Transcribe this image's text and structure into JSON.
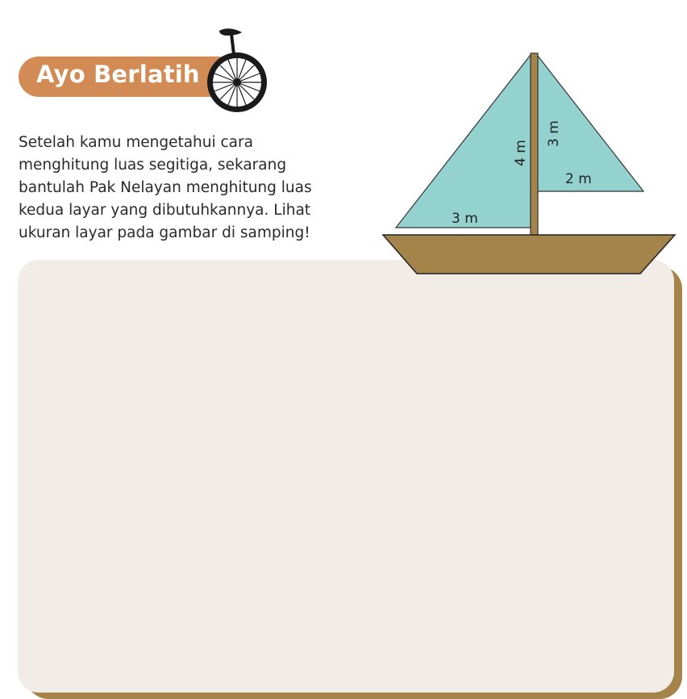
{
  "header": {
    "title": "Ayo Berlatih"
  },
  "instruction": {
    "text": "Setelah kamu mengetahui cara\nmenghitung luas segitiga, sekarang\nbantulah Pak Nelayan menghitung luas\nkedua layar yang dibutuhkannya. Lihat\nukuran layar pada gambar di samping!"
  },
  "figure": {
    "left_sail_base": "3 m",
    "left_sail_height": "4 m",
    "right_sail_height": "3 m",
    "right_sail_base": "2 m",
    "sail_color": "#94d2d0",
    "hull_color": "#a4844a"
  },
  "colors": {
    "banner": "#d28b54",
    "panel": "#f1ece5",
    "panel_shadow": "#a4844a"
  }
}
